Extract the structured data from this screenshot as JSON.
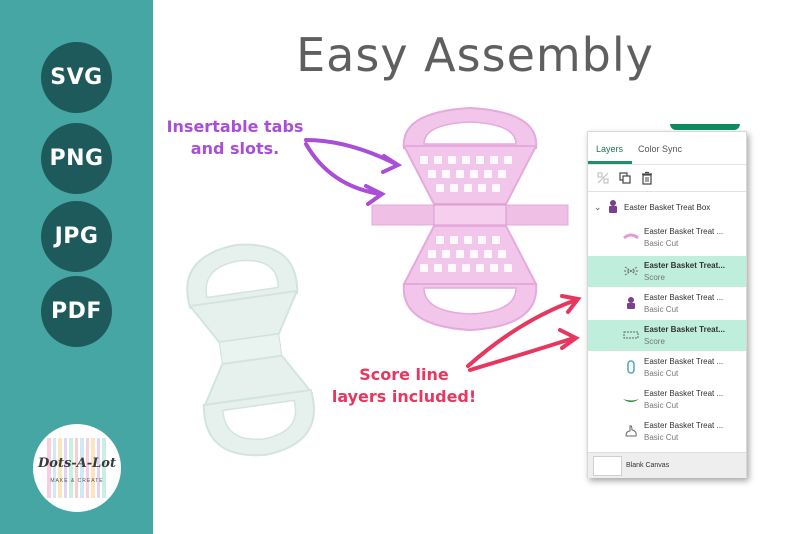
{
  "formats": [
    "SVG",
    "PNG",
    "JPG",
    "PDF"
  ],
  "logo": {
    "name": "Dots-A-Lot",
    "tagline": "MAKE & CREATE"
  },
  "heading": "Easy Assembly",
  "callouts": {
    "tabs_line1": "Insertable tabs",
    "tabs_line2": "and slots.",
    "score_line1": "Score line",
    "score_line2": "layers included!"
  },
  "panel": {
    "tabs": [
      "Layers",
      "Color Sync"
    ],
    "group_label": "Easter Basket Treat Box",
    "layers": [
      {
        "name": "Easter Basket Treat ...",
        "operation": "Basic Cut",
        "icon": "pink-handle-icon",
        "active": false
      },
      {
        "name": "Easter Basket Treat...",
        "operation": "Score",
        "icon": "score-cross-icon",
        "active": true
      },
      {
        "name": "Easter Basket Treat ...",
        "operation": "Basic Cut",
        "icon": "purple-bow-icon",
        "active": false
      },
      {
        "name": "Easter Basket Treat...",
        "operation": "Score",
        "icon": "score-rect-icon",
        "active": true
      },
      {
        "name": "Easter Basket Treat ...",
        "operation": "Basic Cut",
        "icon": "teal-tag-icon",
        "active": false
      },
      {
        "name": "Easter Basket Treat ...",
        "operation": "Basic Cut",
        "icon": "green-leaf-icon",
        "active": false
      },
      {
        "name": "Easter Basket Treat ...",
        "operation": "Basic Cut",
        "icon": "bunny-outline-icon",
        "active": false
      }
    ],
    "canvas_label": "Blank Canvas"
  },
  "colors": {
    "sidebar": "#46a6a4",
    "badge": "#1e5a5c",
    "heading": "#5f5f5f",
    "purple": "#a94ed6",
    "red": "#e8375e",
    "pink_box": "#f1c6ea",
    "mint_box": "#e6f1ee",
    "active_row": "#bfeedd"
  }
}
